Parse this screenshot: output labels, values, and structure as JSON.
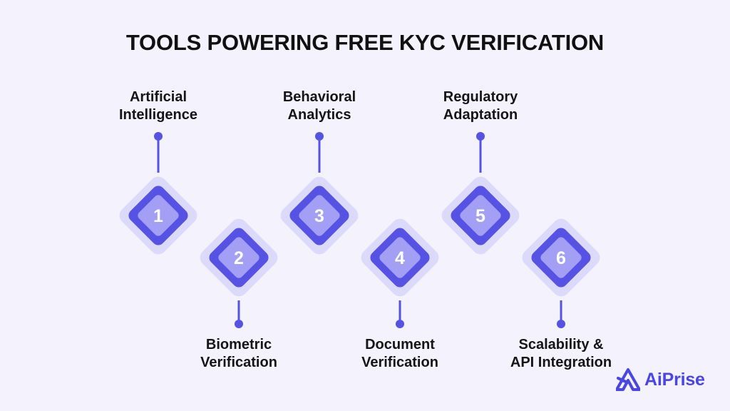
{
  "title": "TOOLS POWERING FREE KYC VERIFICATION",
  "colors": {
    "background": "#f3f2fd",
    "outer_halo": "#dcdafb",
    "diamond_ring": "#5652e4",
    "diamond_inner": "#a29ff4",
    "connector": "#5652e4",
    "brand": "#4a46e6"
  },
  "steps": [
    {
      "number": "1",
      "label_line1": "Artificial",
      "label_line2": "Intelligence",
      "label_position": "top"
    },
    {
      "number": "2",
      "label_line1": "Biometric",
      "label_line2": "Verification",
      "label_position": "bottom"
    },
    {
      "number": "3",
      "label_line1": "Behavioral",
      "label_line2": "Analytics",
      "label_position": "top"
    },
    {
      "number": "4",
      "label_line1": "Document",
      "label_line2": "Verification",
      "label_position": "bottom"
    },
    {
      "number": "5",
      "label_line1": "Regulatory",
      "label_line2": "Adaptation",
      "label_position": "top"
    },
    {
      "number": "6",
      "label_line1": "Scalability &",
      "label_line2": "API Integration",
      "label_position": "bottom"
    }
  ],
  "brand": {
    "name": "AiPrise",
    "icon": "aiprise-logo-icon"
  }
}
